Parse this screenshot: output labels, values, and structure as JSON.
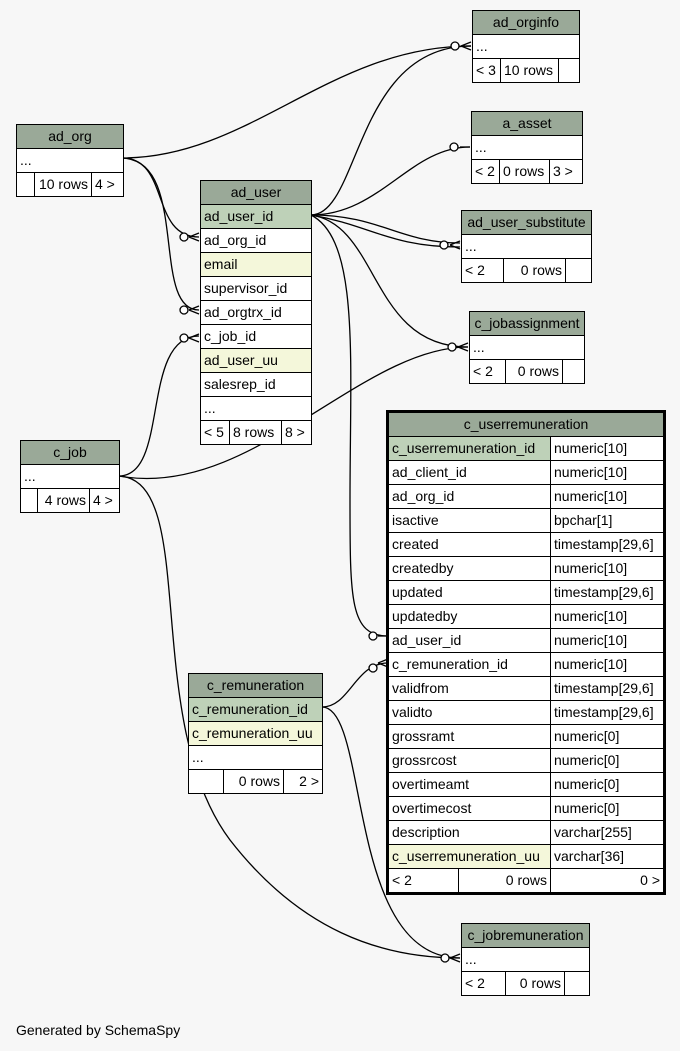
{
  "colors": {
    "background": "#f7f7f7",
    "header": "#9aa998",
    "primary_key": "#bed1b8",
    "indexed": "#f4f7da"
  },
  "tables": {
    "ad_orginfo": {
      "name": "ad_orginfo",
      "ellipsis": "...",
      "parents": "< 3",
      "rows": "10 rows",
      "children": ""
    },
    "ad_org": {
      "name": "ad_org",
      "ellipsis": "...",
      "parents": "",
      "rows": "10 rows",
      "children": "4 >"
    },
    "a_asset": {
      "name": "a_asset",
      "ellipsis": "...",
      "parents": "< 2",
      "rows": "0 rows",
      "children": "3 >"
    },
    "ad_user": {
      "name": "ad_user",
      "columns": [
        "ad_user_id",
        "ad_org_id",
        "email",
        "supervisor_id",
        "ad_orgtrx_id",
        "c_job_id",
        "ad_user_uu",
        "salesrep_id"
      ],
      "ellipsis": "...",
      "parents": "< 5",
      "rows": "8 rows",
      "children": "8 >"
    },
    "ad_user_substitute": {
      "name": "ad_user_substitute",
      "ellipsis": "...",
      "parents": "< 2",
      "rows": "0 rows",
      "children": ""
    },
    "c_jobassignment": {
      "name": "c_jobassignment",
      "ellipsis": "...",
      "parents": "< 2",
      "rows": "0 rows",
      "children": ""
    },
    "c_job": {
      "name": "c_job",
      "ellipsis": "...",
      "parents": "",
      "rows": "4 rows",
      "children": "4 >"
    },
    "c_userremuneration": {
      "name": "c_userremuneration",
      "columns": [
        {
          "name": "c_userremuneration_id",
          "type": "numeric[10]"
        },
        {
          "name": "ad_client_id",
          "type": "numeric[10]"
        },
        {
          "name": "ad_org_id",
          "type": "numeric[10]"
        },
        {
          "name": "isactive",
          "type": "bpchar[1]"
        },
        {
          "name": "created",
          "type": "timestamp[29,6]"
        },
        {
          "name": "createdby",
          "type": "numeric[10]"
        },
        {
          "name": "updated",
          "type": "timestamp[29,6]"
        },
        {
          "name": "updatedby",
          "type": "numeric[10]"
        },
        {
          "name": "ad_user_id",
          "type": "numeric[10]"
        },
        {
          "name": "c_remuneration_id",
          "type": "numeric[10]"
        },
        {
          "name": "validfrom",
          "type": "timestamp[29,6]"
        },
        {
          "name": "validto",
          "type": "timestamp[29,6]"
        },
        {
          "name": "grossramt",
          "type": "numeric[0]"
        },
        {
          "name": "grossrcost",
          "type": "numeric[0]"
        },
        {
          "name": "overtimeamt",
          "type": "numeric[0]"
        },
        {
          "name": "overtimecost",
          "type": "numeric[0]"
        },
        {
          "name": "description",
          "type": "varchar[255]"
        },
        {
          "name": "c_userremuneration_uu",
          "type": "varchar[36]"
        }
      ],
      "parents": "< 2",
      "rows": "0 rows",
      "children": "0 >"
    },
    "c_remuneration": {
      "name": "c_remuneration",
      "columns": [
        "c_remuneration_id",
        "c_remuneration_uu"
      ],
      "ellipsis": "...",
      "parents": "",
      "rows": "0 rows",
      "children": "2 >"
    },
    "c_jobremuneration": {
      "name": "c_jobremuneration",
      "ellipsis": "...",
      "parents": "< 2",
      "rows": "0 rows",
      "children": ""
    }
  },
  "footer": "Generated by SchemaSpy"
}
